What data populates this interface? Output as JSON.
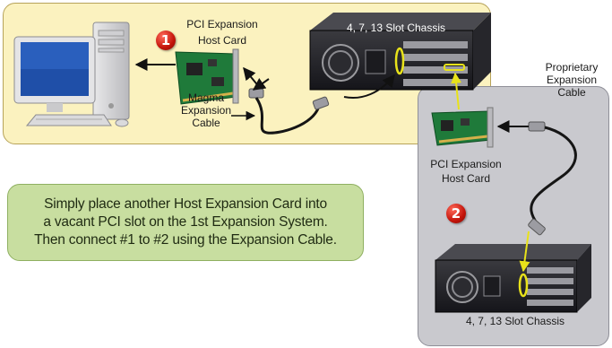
{
  "diagram": {
    "step1": {
      "badge": "1",
      "card_label_line1": "PCI Expansion",
      "card_label_line2": "Host Card",
      "cable_label": [
        "Magma",
        "Expansion",
        "Cable"
      ],
      "chassis_label": "4, 7, 13 Slot Chassis"
    },
    "step2": {
      "badge": "2",
      "card_label_line1": "PCI Expansion",
      "card_label_line2": "Host Card",
      "cable_label": [
        "Proprietary",
        "Expansion",
        "Cable"
      ],
      "chassis_label": "4, 7, 13 Slot Chassis"
    },
    "note": [
      "Simply place another Host Expansion Card into",
      "a vacant PCI slot on the 1st Expansion System.",
      "Then connect #1 to #2 using the Expansion Cable."
    ]
  },
  "colors": {
    "top_panel": "#fbf2bf",
    "right_panel": "#c9c9ce",
    "note_panel": "#c8dea0",
    "badge": "#d0180c",
    "highlight": "#e8e21a",
    "arrow": "#111111"
  },
  "icons": [
    "desktop-computer-icon",
    "pci-card-icon",
    "expansion-cable-icon",
    "chassis-icon"
  ]
}
